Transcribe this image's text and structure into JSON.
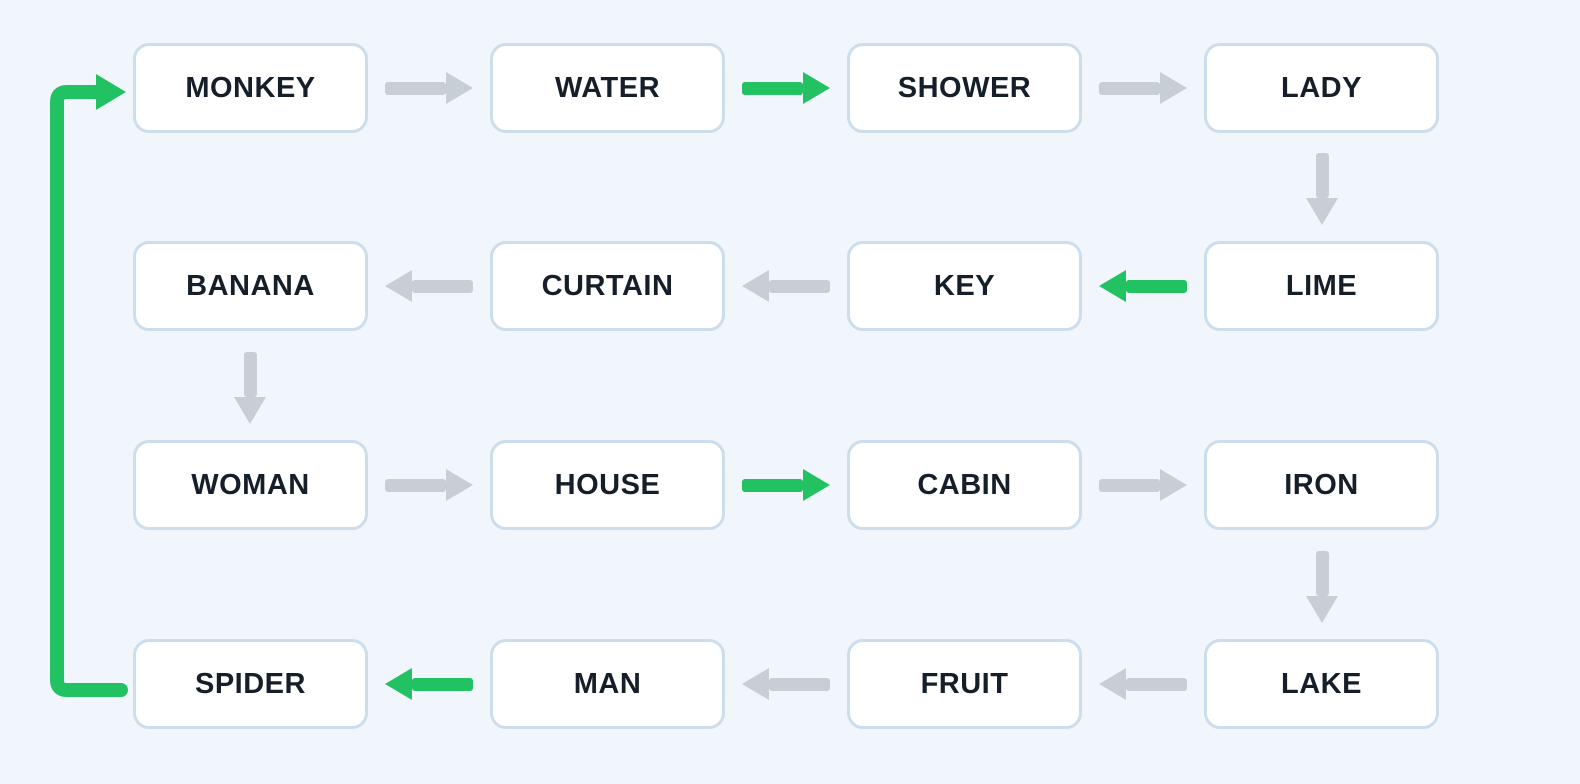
{
  "diagram": {
    "title_hint": "word-association-chain",
    "nodes": [
      {
        "id": "monkey",
        "label": "MONKEY",
        "row": 1,
        "col": 1
      },
      {
        "id": "water",
        "label": "WATER",
        "row": 1,
        "col": 2
      },
      {
        "id": "shower",
        "label": "SHOWER",
        "row": 1,
        "col": 3
      },
      {
        "id": "lady",
        "label": "LADY",
        "row": 1,
        "col": 4
      },
      {
        "id": "lime",
        "label": "LIME",
        "row": 2,
        "col": 4
      },
      {
        "id": "key",
        "label": "KEY",
        "row": 2,
        "col": 3
      },
      {
        "id": "curtain",
        "label": "CURTAIN",
        "row": 2,
        "col": 2
      },
      {
        "id": "banana",
        "label": "BANANA",
        "row": 2,
        "col": 1
      },
      {
        "id": "woman",
        "label": "WOMAN",
        "row": 3,
        "col": 1
      },
      {
        "id": "house",
        "label": "HOUSE",
        "row": 3,
        "col": 2
      },
      {
        "id": "cabin",
        "label": "CABIN",
        "row": 3,
        "col": 3
      },
      {
        "id": "iron",
        "label": "IRON",
        "row": 3,
        "col": 4
      },
      {
        "id": "lake",
        "label": "LAKE",
        "row": 4,
        "col": 4
      },
      {
        "id": "fruit",
        "label": "FRUIT",
        "row": 4,
        "col": 3
      },
      {
        "id": "man",
        "label": "MAN",
        "row": 4,
        "col": 2
      },
      {
        "id": "spider",
        "label": "SPIDER",
        "row": 4,
        "col": 1
      }
    ],
    "connections": [
      {
        "from": "MONKEY",
        "to": "WATER",
        "color": "gray",
        "direction": "right"
      },
      {
        "from": "WATER",
        "to": "SHOWER",
        "color": "green",
        "direction": "right"
      },
      {
        "from": "SHOWER",
        "to": "LADY",
        "color": "gray",
        "direction": "right"
      },
      {
        "from": "LADY",
        "to": "LIME",
        "color": "gray",
        "direction": "down"
      },
      {
        "from": "LIME",
        "to": "KEY",
        "color": "green",
        "direction": "left"
      },
      {
        "from": "KEY",
        "to": "CURTAIN",
        "color": "gray",
        "direction": "left"
      },
      {
        "from": "CURTAIN",
        "to": "BANANA",
        "color": "gray",
        "direction": "left"
      },
      {
        "from": "BANANA",
        "to": "WOMAN",
        "color": "gray",
        "direction": "down"
      },
      {
        "from": "WOMAN",
        "to": "HOUSE",
        "color": "gray",
        "direction": "right"
      },
      {
        "from": "HOUSE",
        "to": "CABIN",
        "color": "green",
        "direction": "right"
      },
      {
        "from": "CABIN",
        "to": "IRON",
        "color": "gray",
        "direction": "right"
      },
      {
        "from": "IRON",
        "to": "LAKE",
        "color": "gray",
        "direction": "down"
      },
      {
        "from": "LAKE",
        "to": "FRUIT",
        "color": "gray",
        "direction": "left"
      },
      {
        "from": "FRUIT",
        "to": "MAN",
        "color": "gray",
        "direction": "left"
      },
      {
        "from": "MAN",
        "to": "SPIDER",
        "color": "green",
        "direction": "left"
      },
      {
        "from": "SPIDER",
        "to": "MONKEY",
        "color": "green",
        "direction": "wrap-left-and-up"
      }
    ],
    "colors": {
      "background": "#f0f6fc",
      "box_fill": "#ffffff",
      "box_border": "#cdddec",
      "box_text": "#161f29",
      "arrow_gray": "#c8ced6",
      "arrow_green": "#22c162"
    }
  }
}
